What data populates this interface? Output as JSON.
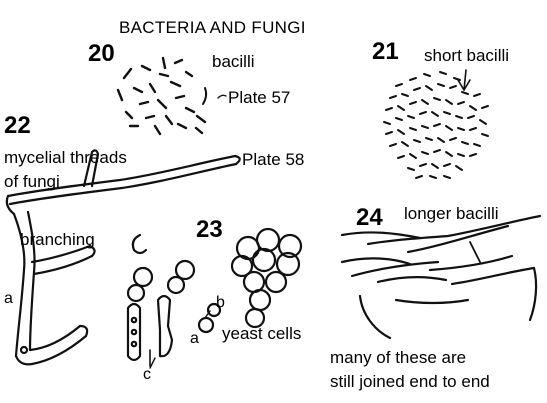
{
  "title": "BACTERIA AND FUNGI",
  "figures": [
    {
      "number": "20",
      "labels": [
        "bacilli",
        "Plate 57"
      ]
    },
    {
      "number": "21",
      "labels": [
        "short bacilli"
      ]
    },
    {
      "number": "22",
      "labels": [
        "mycelial threads",
        "of fungi",
        "Plate 58",
        "branching",
        "a"
      ]
    },
    {
      "number": "23",
      "labels": [
        "yeast cells",
        "a",
        "b",
        "c"
      ]
    },
    {
      "number": "24",
      "labels": [
        "longer bacilli",
        "many of these are",
        "still joined end to end"
      ]
    }
  ]
}
